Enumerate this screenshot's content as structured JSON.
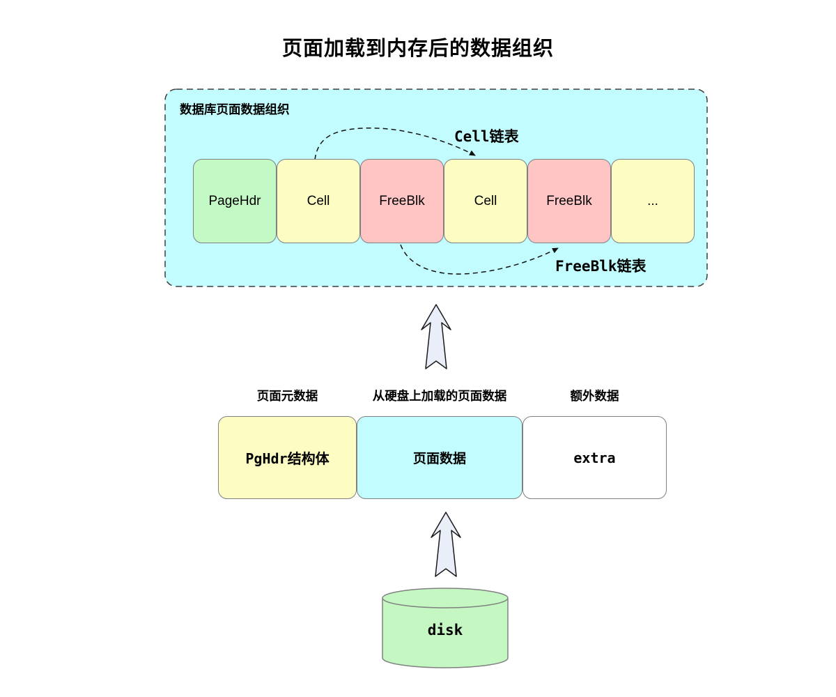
{
  "title": "页面加载到内存后的数据组织",
  "memory_box": {
    "label": "数据库页面数据组织",
    "background": "#c2fcfe",
    "cell_list_label": "Cell链表",
    "freeblk_list_label": "FreeBlk链表",
    "blocks": [
      {
        "label": "PageHdr",
        "color": "#c3f9c4"
      },
      {
        "label": "Cell",
        "color": "#fcfcc3"
      },
      {
        "label": "FreeBlk",
        "color": "#ffc4c4"
      },
      {
        "label": "Cell",
        "color": "#fcfcc3"
      },
      {
        "label": "FreeBlk",
        "color": "#ffc4c4"
      },
      {
        "label": "...",
        "color": "#fcfcc3"
      }
    ]
  },
  "page_struct_row": {
    "column_labels": [
      "页面元数据",
      "从硬盘上加载的页面数据",
      "额外数据"
    ],
    "blocks": [
      {
        "label": "PgHdr结构体",
        "color": "#fcfcc3"
      },
      {
        "label": "页面数据",
        "color": "#c2fcfe"
      },
      {
        "label": "extra",
        "color": "#ffffff"
      }
    ]
  },
  "disk": {
    "label": "disk",
    "color": "#c5f7c3"
  },
  "colors": {
    "block_border": "#808080",
    "dashed_box_border": "#3d3d3d",
    "arrow_fill": "#e9eef8",
    "arrow_stroke": "#1a1a1a",
    "arc_stroke": "#111111"
  }
}
